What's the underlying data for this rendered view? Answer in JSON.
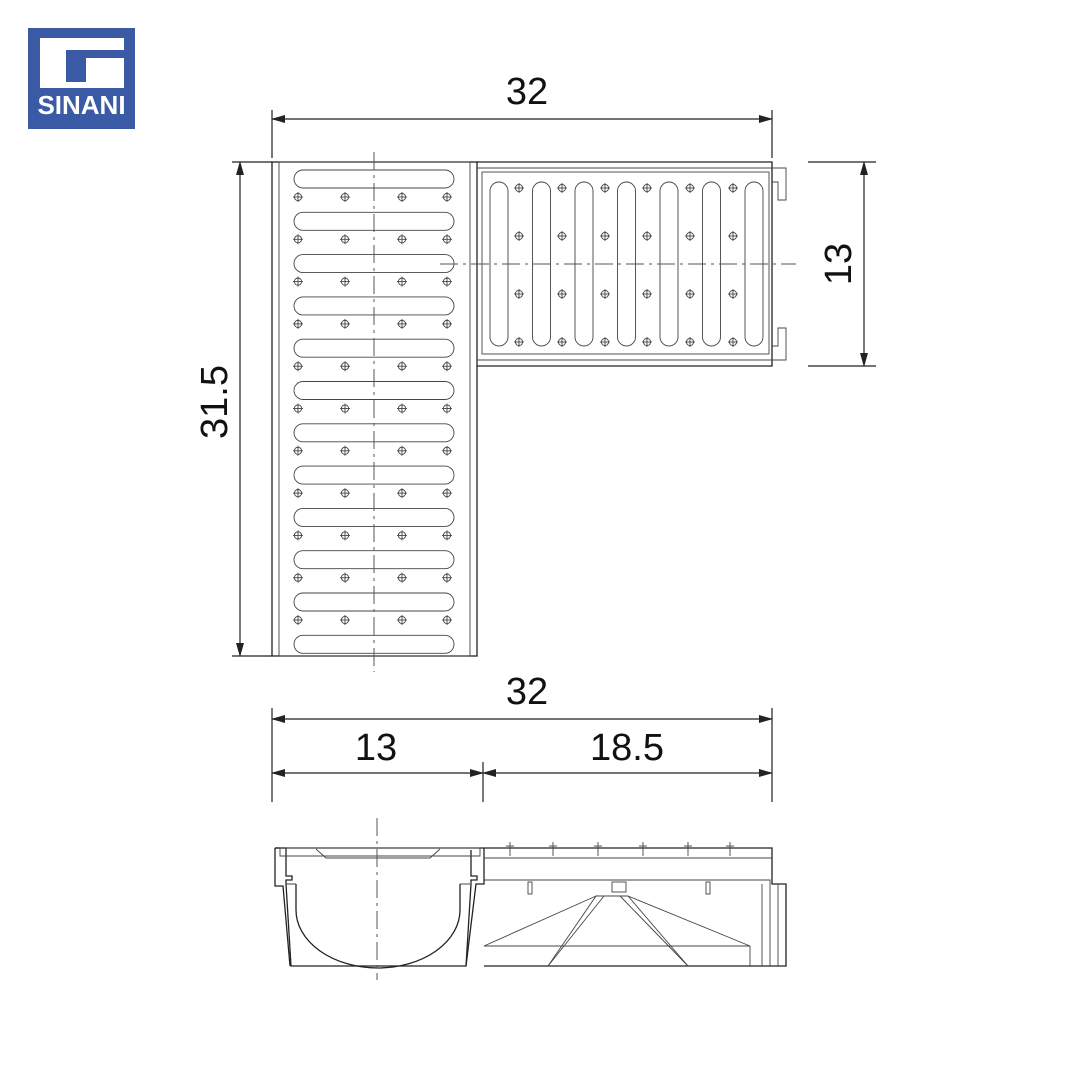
{
  "logo": {
    "brand": "SINANI",
    "accent_color": "#3a5aa6"
  },
  "drawing": {
    "top_view": {
      "width_label": "32",
      "height_label": "31.5",
      "branch_width_label": "13"
    },
    "section_view": {
      "total_label": "32",
      "left_segment_label": "13",
      "right_segment_label": "18.5"
    }
  }
}
